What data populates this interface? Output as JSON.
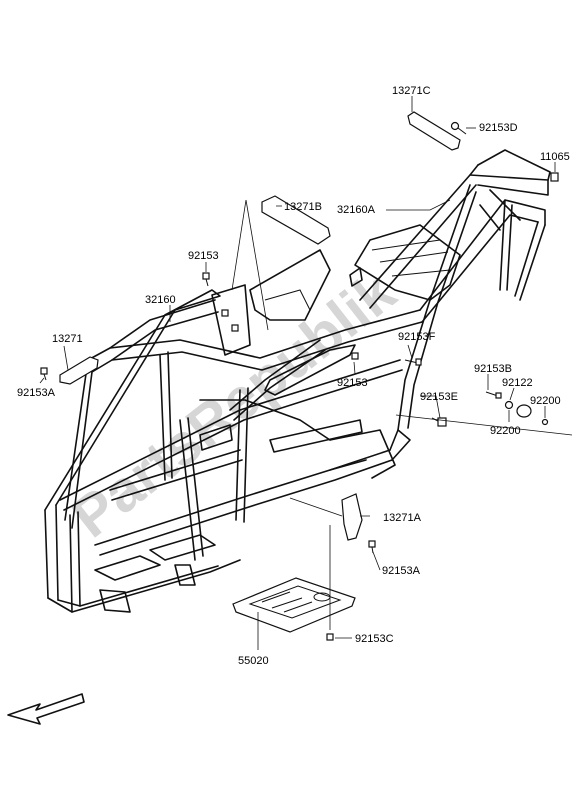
{
  "watermark": "PartsRepublik",
  "callouts": [
    {
      "id": "c-13271c",
      "text": "13271C"
    },
    {
      "id": "c-92153d",
      "text": "92153D"
    },
    {
      "id": "c-11065",
      "text": "11065"
    },
    {
      "id": "c-13271b",
      "text": "13271B"
    },
    {
      "id": "c-32160a",
      "text": "32160A"
    },
    {
      "id": "c-92153-top",
      "text": "92153"
    },
    {
      "id": "c-32160",
      "text": "32160"
    },
    {
      "id": "c-92153f",
      "text": "92153F"
    },
    {
      "id": "c-13271",
      "text": "13271"
    },
    {
      "id": "c-92153-mid",
      "text": "92153"
    },
    {
      "id": "c-92153b",
      "text": "92153B"
    },
    {
      "id": "c-92122",
      "text": "92122"
    },
    {
      "id": "c-92153a-left",
      "text": "92153A"
    },
    {
      "id": "c-92153e",
      "text": "92153E"
    },
    {
      "id": "c-92200-right",
      "text": "92200"
    },
    {
      "id": "c-92200-left",
      "text": "92200"
    },
    {
      "id": "c-13271a",
      "text": "13271A"
    },
    {
      "id": "c-92153a-bottom",
      "text": "92153A"
    },
    {
      "id": "c-92153c",
      "text": "92153C"
    },
    {
      "id": "c-55020",
      "text": "55020"
    }
  ],
  "front_arrow_icon": "front-direction-arrow-icon"
}
